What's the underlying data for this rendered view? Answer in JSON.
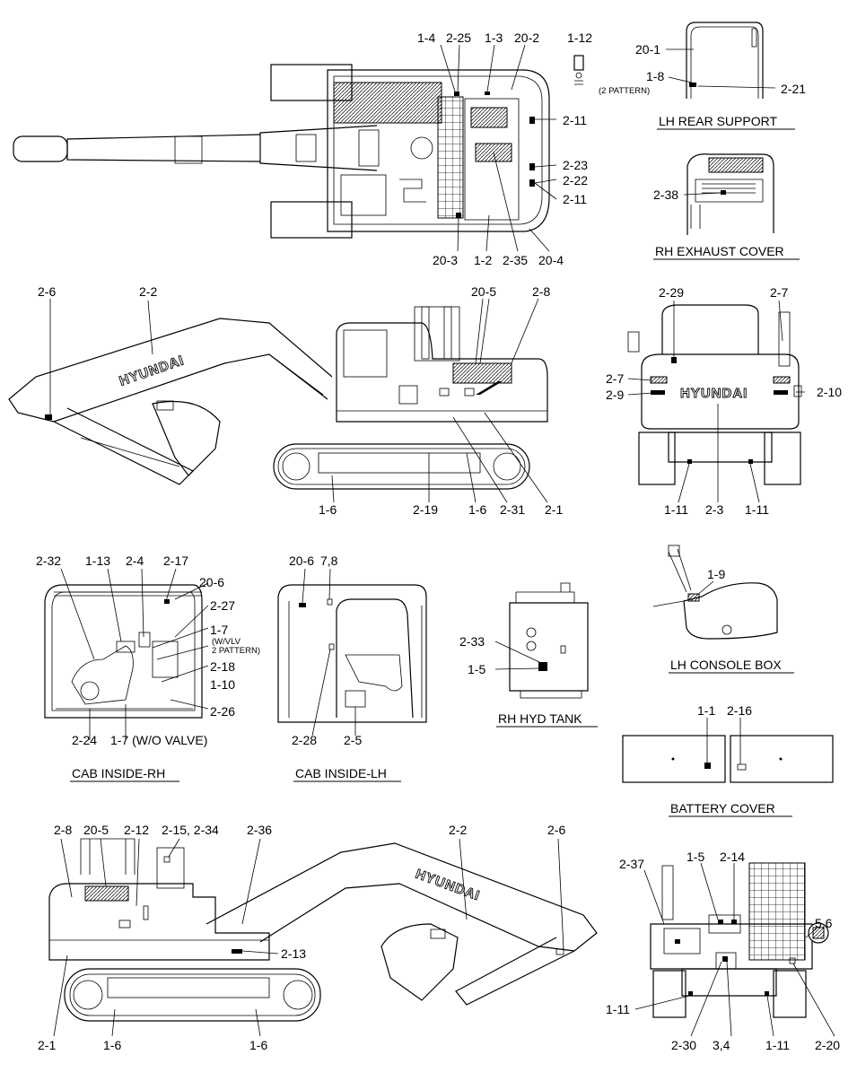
{
  "brand": "HYUNDAI",
  "titles": {
    "lh_rear_support": "LH REAR SUPPORT",
    "rh_exhaust_cover": "RH EXHAUST COVER",
    "cab_inside_rh": "CAB INSIDE-RH",
    "cab_inside_lh": "CAB INSIDE-LH",
    "rh_hyd_tank": "RH HYD TANK",
    "lh_console_box": "LH CONSOLE BOX",
    "battery_cover": "BATTERY COVER"
  },
  "callouts": {
    "top": [
      "1-4",
      "2-25",
      "1-3",
      "20-2",
      "1-12",
      "2-11",
      "2-23",
      "2-22",
      "2-11",
      "20-3",
      "1-2",
      "2-35",
      "20-4"
    ],
    "rear_support": [
      "20-1",
      "1-8",
      "2-21"
    ],
    "rear_support_note": "(2 PATTERN)",
    "exhaust": [
      "2-38"
    ],
    "side_left": [
      "2-6",
      "2-2",
      "20-5",
      "2-8",
      "1-6",
      "2-19",
      "1-6",
      "2-31",
      "2-1"
    ],
    "rear": [
      "2-29",
      "2-7",
      "2-7",
      "2-9",
      "2-10",
      "1-11",
      "2-3",
      "1-11"
    ],
    "cab_rh": [
      "2-32",
      "1-13",
      "2-4",
      "2-17",
      "20-6",
      "2-27",
      "1-7",
      "2-18",
      "1-10",
      "2-26",
      "2-24",
      "1-7 (W/O VALVE)"
    ],
    "cab_rh_notes": [
      "(W/VLV",
      "2 PATTERN)"
    ],
    "cab_lh": [
      "20-6",
      "7,8",
      "2-28",
      "2-5"
    ],
    "hyd_tank": [
      "2-33",
      "1-5"
    ],
    "console": [
      "1-9"
    ],
    "battery": [
      "1-1",
      "2-16"
    ],
    "side_right": [
      "2-8",
      "20-5",
      "2-12",
      "2-15, 2-34",
      "2-36",
      "2-2",
      "2-6",
      "2-13",
      "2-1",
      "1-6",
      "1-6"
    ],
    "rear_open": [
      "2-37",
      "1-5",
      "2-14",
      "5,6",
      "1-11",
      "2-30",
      "3,4",
      "1-11",
      "2-20"
    ]
  }
}
